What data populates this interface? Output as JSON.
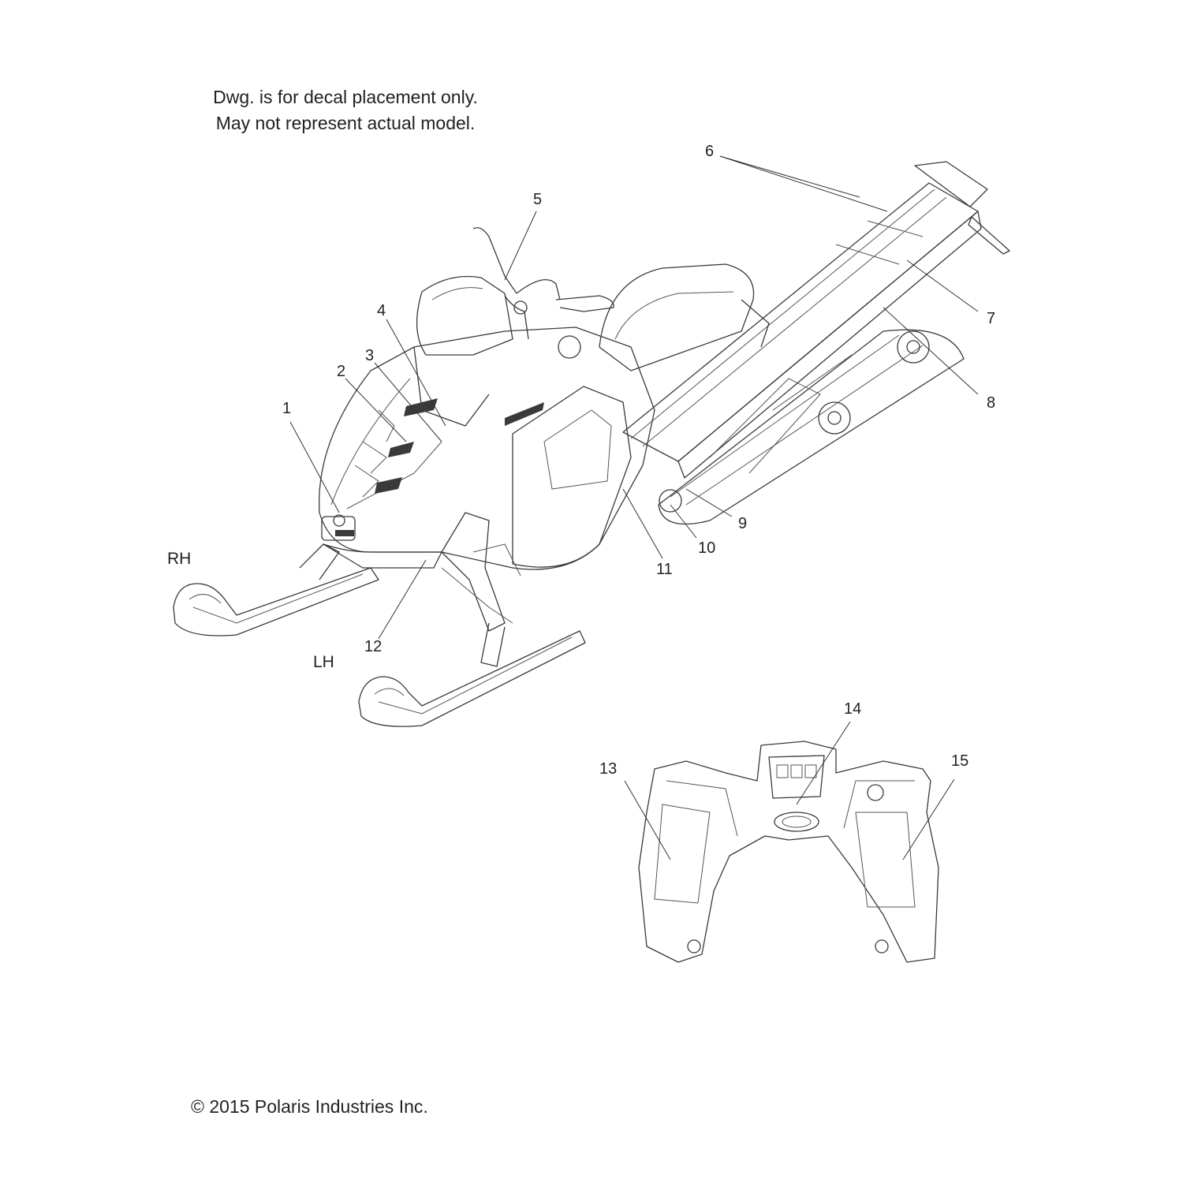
{
  "notes": {
    "line1": "Dwg. is for decal placement only.",
    "line2": "May not represent actual model."
  },
  "side_labels": {
    "rh": "RH",
    "lh": "LH"
  },
  "callouts": [
    "1",
    "2",
    "3",
    "4",
    "5",
    "6",
    "7",
    "8",
    "9",
    "10",
    "11",
    "12",
    "13",
    "14",
    "15"
  ],
  "copyright": "© 2015 Polaris Industries Inc."
}
